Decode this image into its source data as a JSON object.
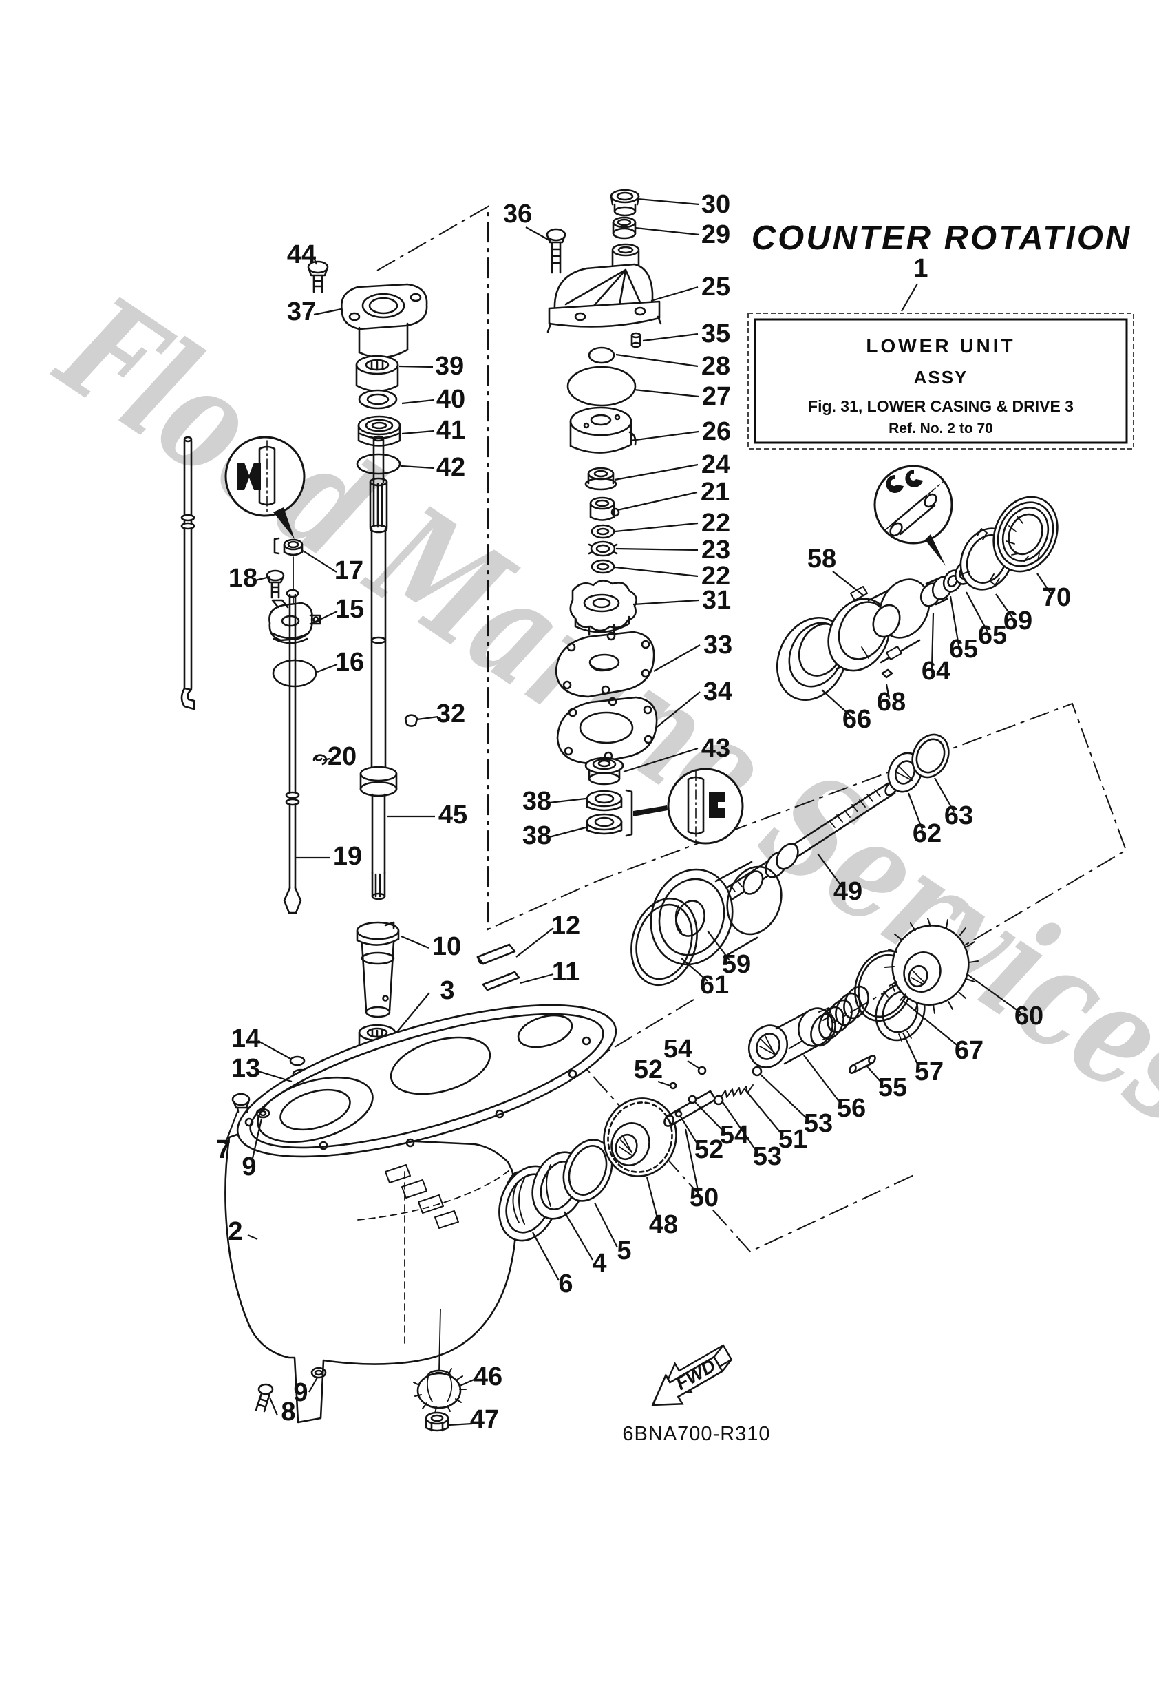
{
  "page": {
    "background": "#ffffff",
    "line_color": "#141414",
    "watermark_color": "#c9c9c9"
  },
  "title": "COUNTER  ROTATION",
  "assembly_box": {
    "line1": "LOWER UNIT",
    "line2": "ASSY",
    "line3": "Fig. 31, LOWER CASING & DRIVE 3",
    "line4": "Ref. No. 2 to 70"
  },
  "drawing_code": "6BNA700-R310",
  "fwd_arrow": {
    "label": "FWD"
  },
  "watermark": "Flood Marine Services",
  "callouts": {
    "c1": "1",
    "c2": "2",
    "c3": "3",
    "c4": "4",
    "c5": "5",
    "c6": "6",
    "c7": "7",
    "c8": "8",
    "c9a": "9",
    "c9b": "9",
    "c10": "10",
    "c11": "11",
    "c12": "12",
    "c13": "13",
    "c14": "14",
    "c15": "15",
    "c16": "16",
    "c17": "17",
    "c18": "18",
    "c19": "19",
    "c20": "20",
    "c21": "21",
    "c22a": "22",
    "c22b": "22",
    "c23": "23",
    "c24": "24",
    "c25": "25",
    "c26": "26",
    "c27": "27",
    "c28": "28",
    "c29": "29",
    "c30": "30",
    "c31": "31",
    "c32": "32",
    "c33": "33",
    "c34": "34",
    "c35": "35",
    "c36": "36",
    "c37": "37",
    "c38a": "38",
    "c38b": "38",
    "c39": "39",
    "c40": "40",
    "c41": "41",
    "c42": "42",
    "c43": "43",
    "c44": "44",
    "c45": "45",
    "c46": "46",
    "c47": "47",
    "c48": "48",
    "c49": "49",
    "c50": "50",
    "c51": "51",
    "c52a": "52",
    "c52b": "52",
    "c53a": "53",
    "c53b": "53",
    "c54a": "54",
    "c54b": "54",
    "c55": "55",
    "c56": "56",
    "c57": "57",
    "c58": "58",
    "c59": "59",
    "c60": "60",
    "c61": "61",
    "c62": "62",
    "c63": "63",
    "c64": "64",
    "c65a": "65",
    "c65b": "65",
    "c66": "66",
    "c67": "67",
    "c68": "68",
    "c69": "69",
    "c70": "70"
  }
}
